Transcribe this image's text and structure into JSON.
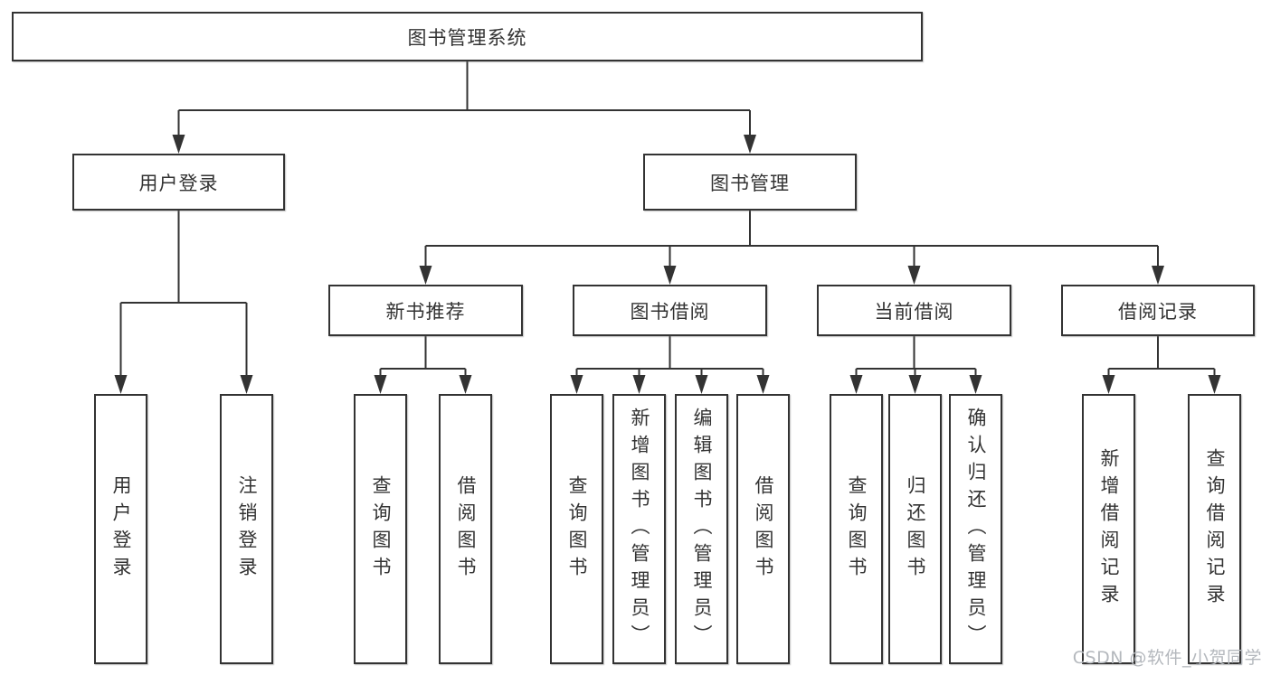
{
  "diagram": {
    "root": {
      "label": "图书管理系统"
    },
    "level1": [
      {
        "label": "用户登录"
      },
      {
        "label": "图书管理"
      }
    ],
    "level2": [
      {
        "label": "新书推荐"
      },
      {
        "label": "图书借阅"
      },
      {
        "label": "当前借阅"
      },
      {
        "label": "借阅记录"
      }
    ],
    "leaves": {
      "user_login": [
        "用户登录",
        "注销登录"
      ],
      "new_book_recommend": [
        "查询图书",
        "借阅图书"
      ],
      "book_borrow": [
        "查询图书",
        "新增图书（管理员）",
        "编辑图书（管理员）",
        "借阅图书"
      ],
      "current_borrow": [
        "查询图书",
        "归还图书",
        "确认归还（管理员）"
      ],
      "borrow_records": [
        "新增借阅记录",
        "查询借阅记录"
      ]
    }
  },
  "watermark": {
    "text": "CSDN @软件_小贺同学"
  },
  "colors": {
    "line": "#333333",
    "box_border": "#333333",
    "text": "#333333",
    "watermark": "#b4b8bd",
    "background": "#ffffff"
  }
}
